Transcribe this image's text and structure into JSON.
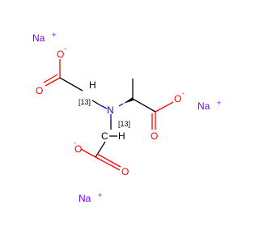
{
  "molecule": {
    "atoms": {
      "na_top": "Na",
      "na_right": "Na",
      "na_bottom": "Na",
      "plus": "+",
      "minus": "-",
      "oxygen": "O",
      "nitrogen": "N",
      "carbon": "C",
      "hydrogen": "H",
      "isotope": "[13]"
    },
    "colors": {
      "oxygen": "#ff0000",
      "nitrogen": "#0000ff",
      "sodium": "#7f00ff",
      "carbon": "#000000"
    }
  }
}
